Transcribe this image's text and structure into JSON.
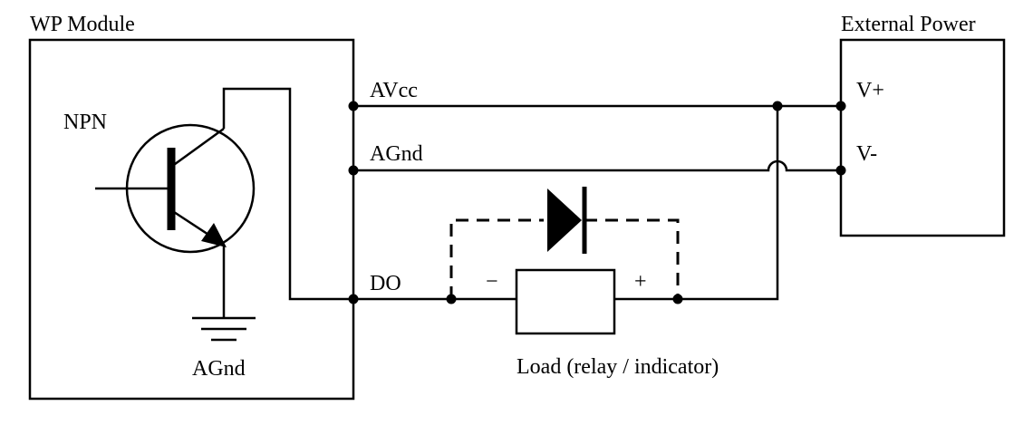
{
  "labels": {
    "module_title": "WP Module",
    "power_title": "External Power",
    "transistor_type": "NPN",
    "module_ground": "AGnd",
    "terminal_avcc": "AVcc",
    "terminal_agnd": "AGnd",
    "terminal_do": "DO",
    "power_plus": "V+",
    "power_minus": "V-",
    "load_minus": "−",
    "load_plus": "+",
    "load_caption": "Load (relay / indicator)"
  }
}
